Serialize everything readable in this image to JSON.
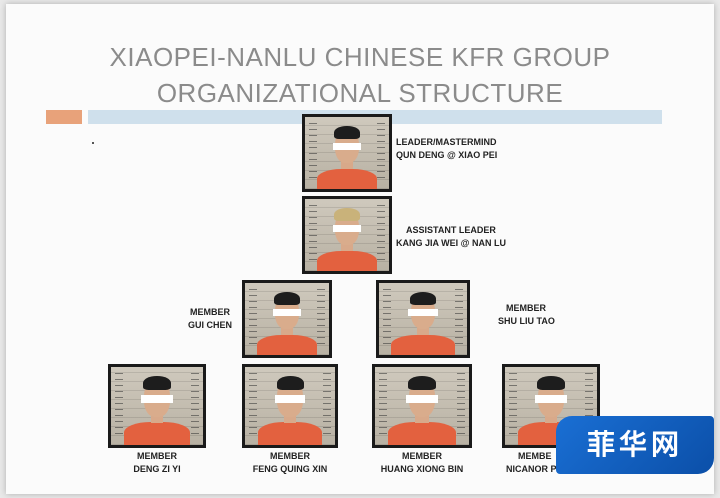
{
  "header": {
    "title_line1": "XIAOPEI-NANLU CHINESE KFR GROUP",
    "title_line2": "ORGANIZATIONAL STRUCTURE"
  },
  "colors": {
    "title": "#8b8b8b",
    "accent_orange": "#e8a27a",
    "accent_blue": "#cfe0ec",
    "uniform_orange": "#e3613f",
    "watermark_blue": "#1a6fd4"
  },
  "members": {
    "leader": {
      "role": "LEADER/MASTERMIND",
      "name": "QUN DENG @ XIAO PEI"
    },
    "assistant": {
      "role": "ASSISTANT LEADER",
      "name": "KANG JIA WEI @ NAN LU"
    },
    "gui_chen": {
      "role": "MEMBER",
      "name": "GUI CHEN"
    },
    "shu_liu_tao": {
      "role": "MEMBER",
      "name": "SHU LIU TAO"
    },
    "deng_zi_yi": {
      "role": "MEMBER",
      "name": "DENG ZI YI"
    },
    "feng_quing_xin": {
      "role": "MEMBER",
      "name": "FENG QUING XIN"
    },
    "huang_xiong_bin": {
      "role": "MEMBER",
      "name": "HUANG XIONG BIN"
    },
    "nicanor": {
      "role": "MEMBE",
      "name": "NICANOR P"
    }
  },
  "watermark": {
    "text": "菲华网"
  }
}
